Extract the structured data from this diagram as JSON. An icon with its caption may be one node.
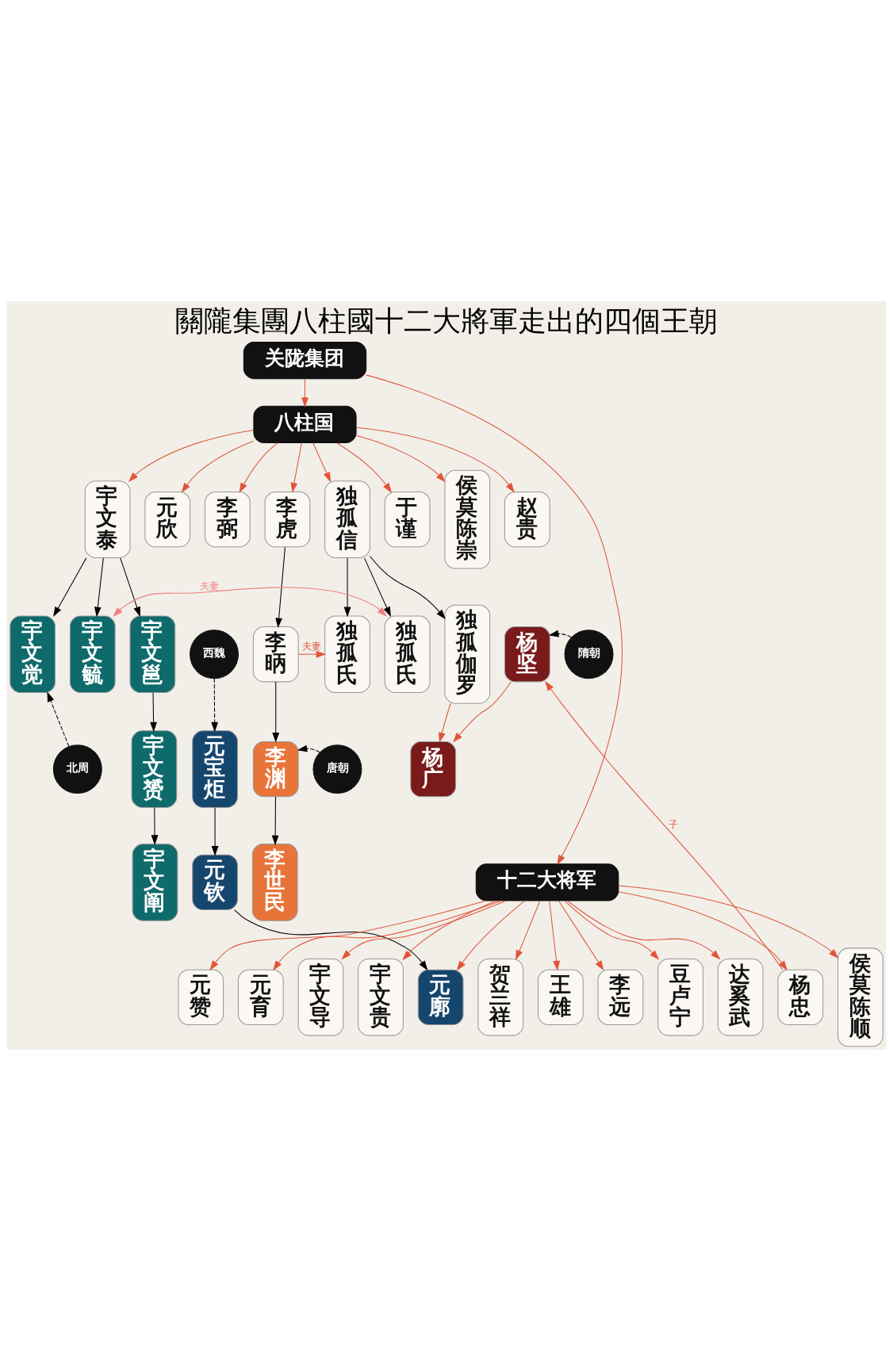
{
  "diagram": {
    "title": "關隴集團八柱國十二大將軍走出的四個王朝",
    "nodes": [
      {
        "text": [
          "关陇集团"
        ]
      },
      {
        "text": [
          "八柱国"
        ]
      },
      {
        "text": [
          "宇文泰"
        ]
      },
      {
        "text": [
          "元欣"
        ]
      },
      {
        "text": [
          "李弼"
        ]
      },
      {
        "text": [
          "李虎"
        ]
      },
      {
        "text": [
          "独孤信"
        ]
      },
      {
        "text": [
          "于谨"
        ]
      },
      {
        "text": [
          "侯莫陈崇"
        ]
      },
      {
        "text": [
          "赵贵"
        ]
      },
      {
        "text": [
          "宇文觉"
        ]
      },
      {
        "text": [
          "宇文毓"
        ]
      },
      {
        "text": [
          "宇文邕"
        ]
      },
      {
        "text": [
          "李昞"
        ]
      },
      {
        "text": [
          "独孤氏"
        ]
      },
      {
        "text": [
          "独孤氏"
        ]
      },
      {
        "text": [
          "独孤伽罗"
        ]
      },
      {
        "text": [
          "杨坚"
        ]
      },
      {
        "text": [
          "隋朝"
        ]
      },
      {
        "text": [
          "西魏"
        ]
      },
      {
        "text": [
          "北周"
        ]
      },
      {
        "text": [
          "宇文赟"
        ]
      },
      {
        "text": [
          "元宝炬"
        ]
      },
      {
        "text": [
          "李渊"
        ]
      },
      {
        "text": [
          "唐朝"
        ]
      },
      {
        "text": [
          "杨广"
        ]
      },
      {
        "text": [
          "宇文阐"
        ]
      },
      {
        "text": [
          "元钦"
        ]
      },
      {
        "text": [
          "李世民"
        ]
      },
      {
        "text": [
          "元赞"
        ]
      },
      {
        "text": [
          "元育"
        ]
      },
      {
        "text": [
          "宇文导"
        ]
      },
      {
        "text": [
          "宇文贵"
        ]
      },
      {
        "text": [
          "元廓"
        ]
      },
      {
        "text": [
          "贺兰祥"
        ]
      },
      {
        "text": [
          "王雄"
        ]
      },
      {
        "text": [
          "李远"
        ]
      },
      {
        "text": [
          "豆卢宁"
        ]
      },
      {
        "text": [
          "达奚武"
        ]
      },
      {
        "text": [
          "杨忠"
        ]
      },
      {
        "text": [
          "侯莫陈顺"
        ]
      },
      {
        "text": [
          "十二大将军"
        ]
      }
    ],
    "edges": [
      {
        "from": 0,
        "to": 1,
        "arrow": "to"
      },
      {
        "from": 0,
        "to": 41,
        "arrow": "to"
      },
      {
        "from": 1,
        "to": 2,
        "arrow": "to"
      },
      {
        "from": 1,
        "to": 3,
        "arrow": "to"
      },
      {
        "from": 1,
        "to": 4,
        "arrow": "to"
      },
      {
        "from": 1,
        "to": 5,
        "arrow": "to"
      },
      {
        "from": 1,
        "to": 6,
        "arrow": "to"
      },
      {
        "from": 1,
        "to": 7,
        "arrow": "to"
      },
      {
        "from": 1,
        "to": 8,
        "arrow": "to"
      },
      {
        "from": 1,
        "to": 9,
        "arrow": "to"
      },
      {
        "from": 2,
        "to": 10,
        "arrow": "to",
        "color": "#000000"
      },
      {
        "from": 2,
        "to": 11,
        "arrow": "to",
        "color": "#000000"
      },
      {
        "from": 2,
        "to": 12,
        "arrow": "to",
        "color": "#000000"
      },
      {
        "from": 11,
        "to": 15,
        "arrow": "both",
        "label": "夫妻",
        "color": "#f08080"
      },
      {
        "from": 5,
        "to": 13,
        "arrow": "to",
        "color": "#000000"
      },
      {
        "from": 6,
        "to": 14,
        "arrow": "to",
        "color": "#000000"
      },
      {
        "from": 6,
        "to": 15,
        "arrow": "to",
        "color": "#000000"
      },
      {
        "from": 6,
        "to": 16,
        "arrow": "to",
        "color": "#000000"
      },
      {
        "from": 18,
        "to": 17,
        "arrow": "to",
        "style": "dashed",
        "color": "#000000"
      },
      {
        "from": 20,
        "to": 10,
        "arrow": "to",
        "style": "dashed",
        "color": "#000000"
      },
      {
        "from": 12,
        "to": 21,
        "arrow": "to",
        "color": "#000000"
      },
      {
        "from": 19,
        "to": 22,
        "arrow": "to",
        "style": "dashed",
        "color": "#000000"
      },
      {
        "from": 13,
        "to": 23,
        "arrow": "to",
        "color": "#000000"
      },
      {
        "from": 13,
        "to": 14,
        "arrow": "to",
        "label": "夫妻"
      },
      {
        "from": 24,
        "to": 23,
        "arrow": "to",
        "style": "dashed",
        "color": "#000000"
      },
      {
        "from": 16,
        "to": 25,
        "arrow": "to"
      },
      {
        "from": 17,
        "to": 25,
        "arrow": "to"
      },
      {
        "from": 21,
        "to": 26,
        "arrow": "to",
        "color": "#000000"
      },
      {
        "from": 22,
        "to": 27,
        "arrow": "to",
        "color": "#000000"
      },
      {
        "from": 23,
        "to": 28,
        "arrow": "to",
        "color": "#000000"
      },
      {
        "from": 27,
        "to": 33,
        "arrow": "to",
        "color": "#000000"
      },
      {
        "from": 39,
        "to": 17,
        "arrow": "to",
        "label": "子"
      },
      {
        "from": 41,
        "to": 29,
        "arrow": "to"
      },
      {
        "from": 41,
        "to": 30,
        "arrow": "to"
      },
      {
        "from": 41,
        "to": 31,
        "arrow": "to"
      },
      {
        "from": 41,
        "to": 32,
        "arrow": "to"
      },
      {
        "from": 41,
        "to": 33,
        "arrow": "to"
      },
      {
        "from": 41,
        "to": 34,
        "arrow": "to"
      },
      {
        "from": 41,
        "to": 35,
        "arrow": "to"
      },
      {
        "from": 41,
        "to": 36,
        "arrow": "to"
      },
      {
        "from": 41,
        "to": 37,
        "arrow": "to"
      },
      {
        "from": 41,
        "to": 38,
        "arrow": "to"
      },
      {
        "from": 41,
        "to": 39,
        "arrow": "to"
      },
      {
        "from": 41,
        "to": 40,
        "arrow": "to"
      }
    ]
  }
}
